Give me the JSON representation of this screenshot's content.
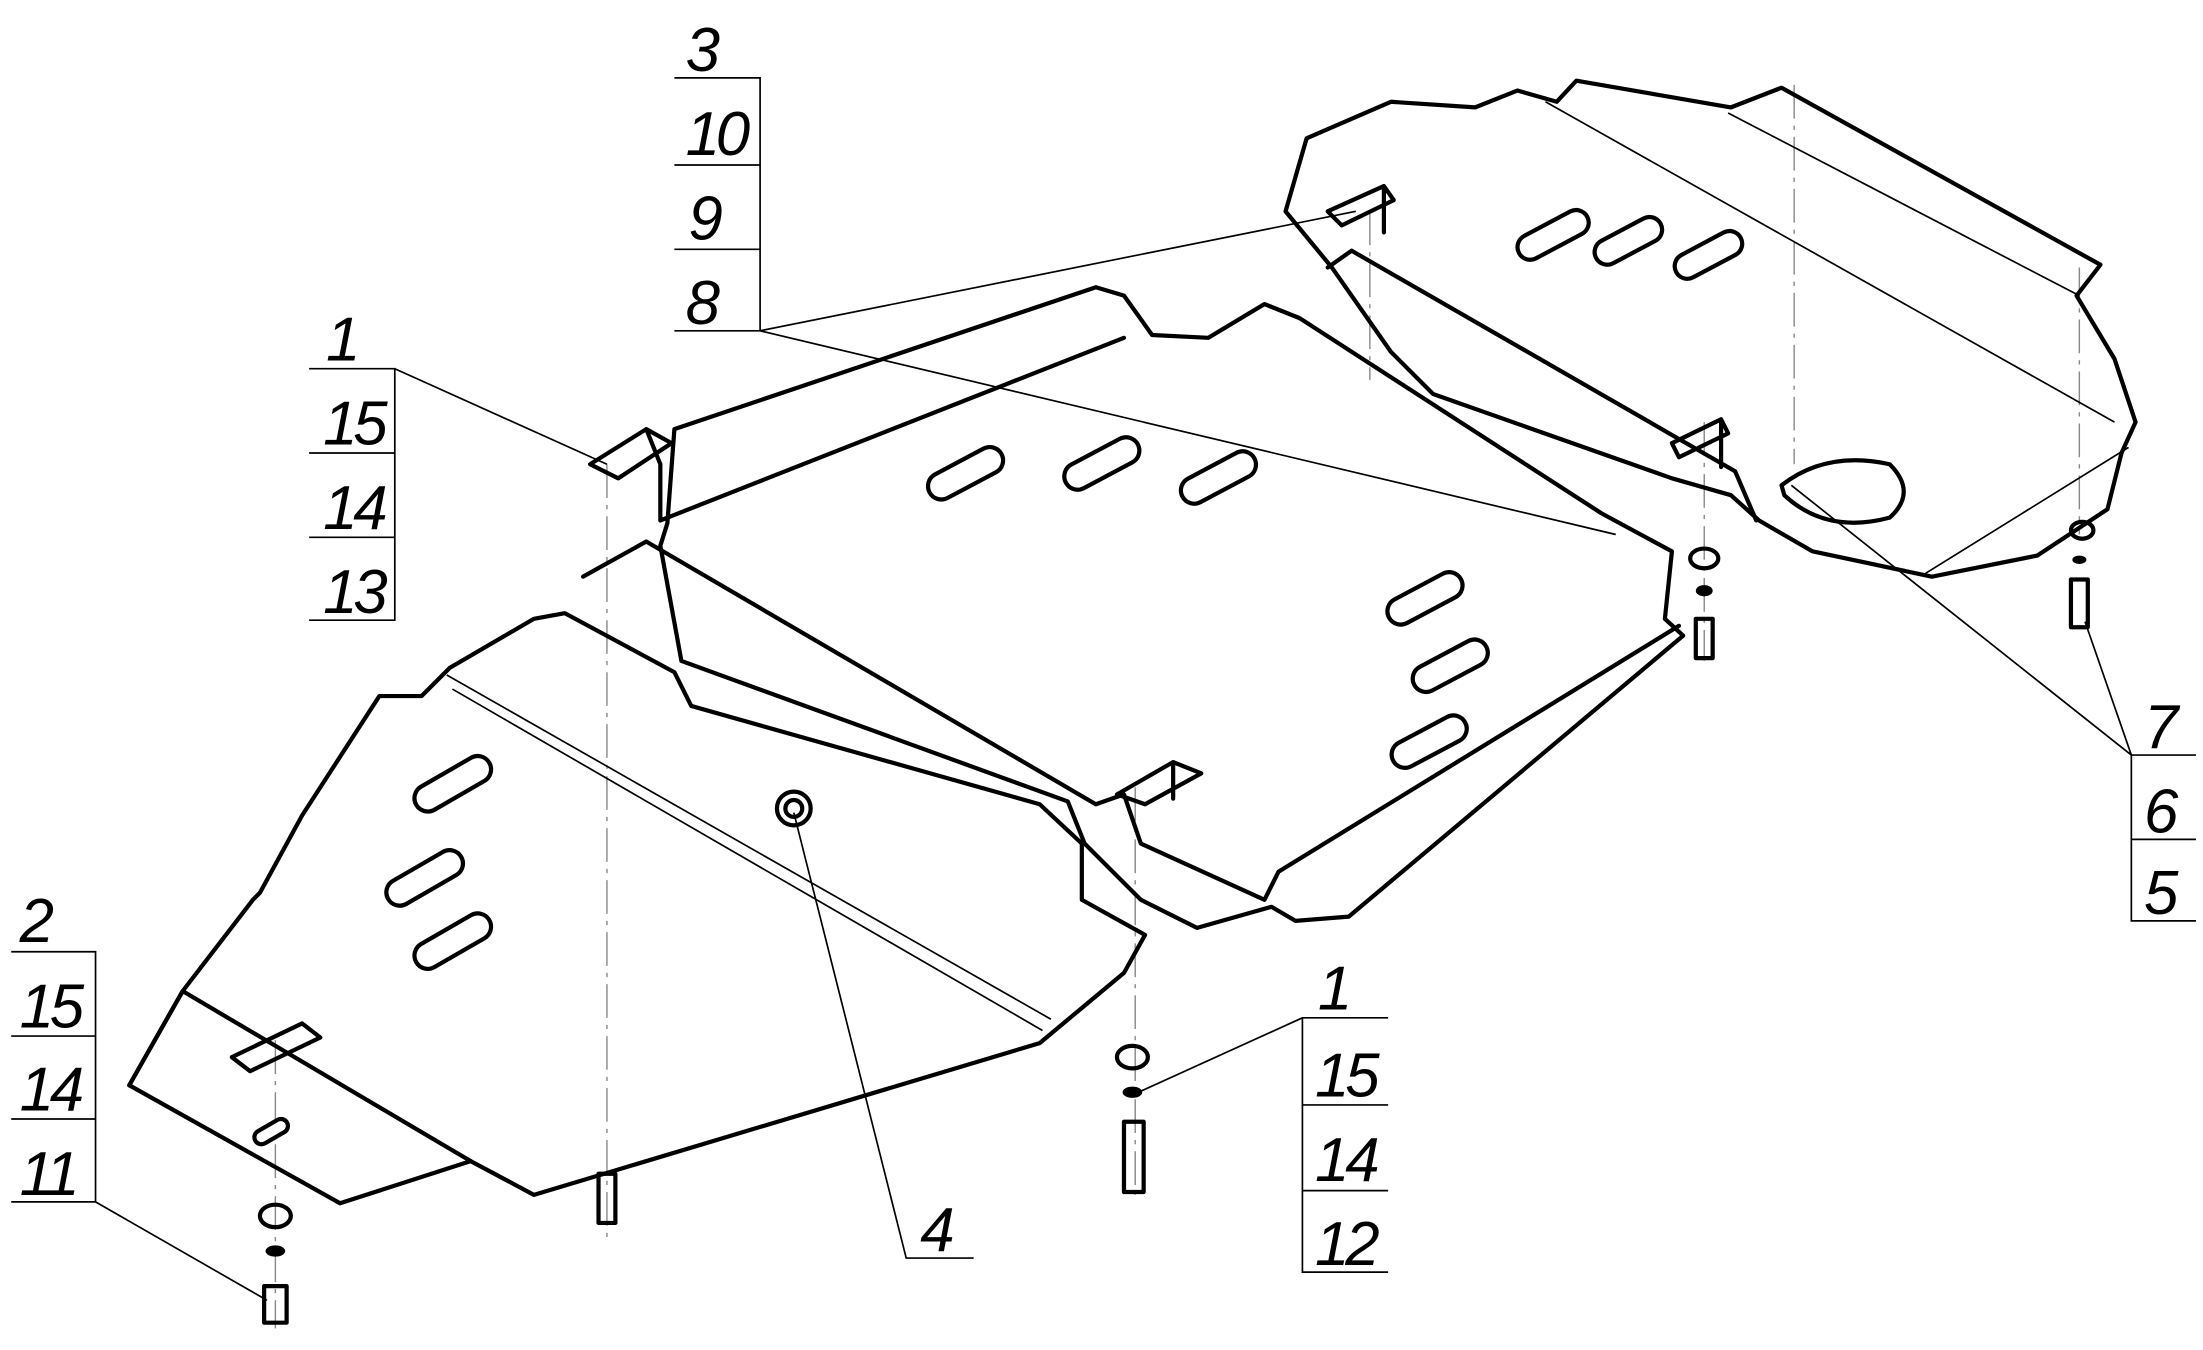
{
  "diagram": {
    "callouts": [
      {
        "id": "rear-plate-fasteners",
        "items": [
          "3",
          "10",
          "9",
          "8"
        ]
      },
      {
        "id": "middle-plate-fasteners",
        "items": [
          "1",
          "15",
          "14",
          "13"
        ]
      },
      {
        "id": "front-plate-fasteners",
        "items": [
          "2",
          "15",
          "14",
          "11"
        ]
      },
      {
        "id": "center-bolt-fasteners",
        "items": [
          "1",
          "15",
          "14",
          "12"
        ]
      },
      {
        "id": "rear-bolt-fasteners",
        "items": [
          "7",
          "6",
          "5"
        ]
      },
      {
        "id": "grommet",
        "items": [
          "4"
        ]
      }
    ]
  }
}
